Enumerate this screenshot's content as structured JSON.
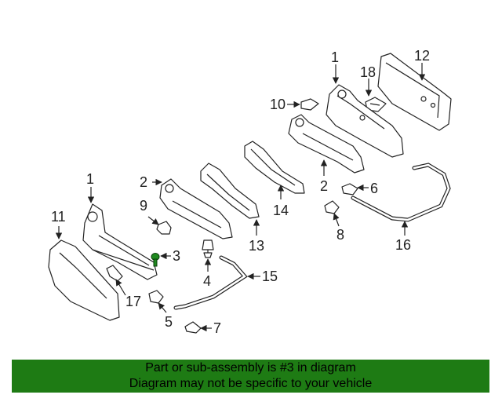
{
  "callouts": {
    "c1a": "1",
    "c1b": "1",
    "c2a": "2",
    "c2b": "2",
    "c3": "3",
    "c4": "4",
    "c5": "5",
    "c6": "6",
    "c7": "7",
    "c8": "8",
    "c9": "9",
    "c10": "10",
    "c11": "11",
    "c12": "12",
    "c13": "13",
    "c14": "14",
    "c15": "15",
    "c16": "16",
    "c17": "17",
    "c18": "18"
  },
  "highlight": {
    "part_number": "3",
    "color": "#1f8a1f"
  },
  "banner": {
    "line1": "Part or sub-assembly is #3 in diagram",
    "line2": "Diagram may not be specific to your vehicle",
    "background": "#1e7b14"
  }
}
